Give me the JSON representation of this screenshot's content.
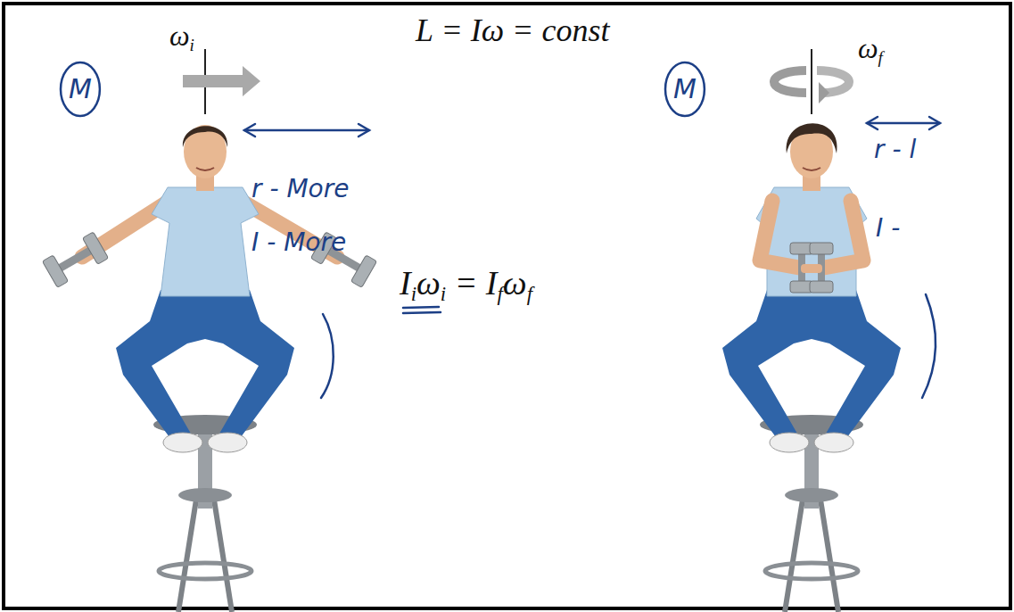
{
  "diagram": {
    "title": "L = Iω = const",
    "nodes": [
      {
        "text": [
          "M"
        ]
      },
      {
        "text": [
          "M"
        ]
      }
    ],
    "labels": [
      "ωi",
      "ωf",
      "r - More",
      "I - More",
      "Iiωi = Ifωf",
      "r - l",
      "I -"
    ]
  }
}
